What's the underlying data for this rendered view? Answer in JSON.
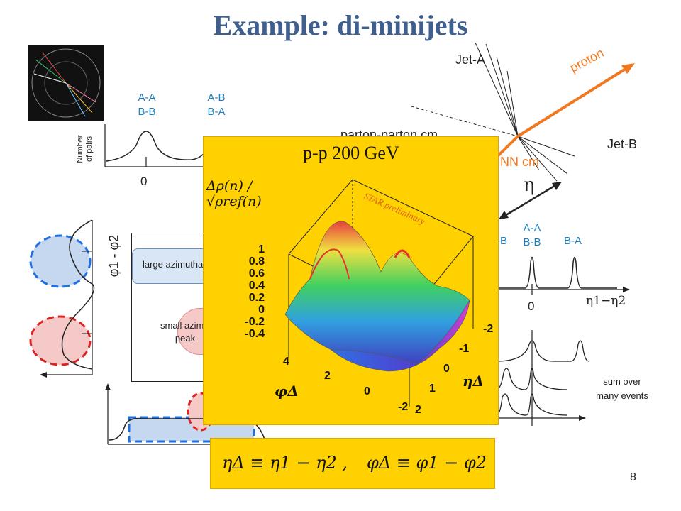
{
  "slide": {
    "title": "Example: di-minijets",
    "page_number": "8"
  },
  "top_hist": {
    "left_label_line1": "A-A",
    "left_label_line2": "B-B",
    "right_label_line1": "A-B",
    "right_label_line2": "B-A",
    "y_label_line1": "Number",
    "y_label_line2": "of pairs",
    "zero_tick": "0"
  },
  "jet_diagram": {
    "jet_a": "Jet-A",
    "jet_b": "Jet-B",
    "proton": "proton",
    "parton_cm": "parton-parton cm",
    "nn_cm": "NN cm",
    "eta_symbol": "η"
  },
  "azimuth_panel": {
    "axis_label": "φ1 - φ2",
    "large_box": "large azimuthal separation",
    "small_box_line1": "small azimuthal",
    "small_box_line2": "peak"
  },
  "eta_hist": {
    "labels": [
      "A-B",
      "A-A",
      "B-B",
      "B-A"
    ],
    "zero_tick": "0",
    "axis_label": "η1−η2"
  },
  "sum_panel": {
    "caption_line1": "sum over",
    "caption_line2": "many events"
  },
  "overlay": {
    "title": "p-p 200 GeV",
    "watermark": "STAR preliminary",
    "formula_label": "Δρ(n) / √ρref(n)",
    "z_ticks": [
      "1",
      "0.8",
      "0.6",
      "0.4",
      "0.2",
      "0",
      "-0.2",
      "-0.4"
    ],
    "phi_ticks": [
      "4",
      "2",
      "0",
      "-2"
    ],
    "eta_ticks": [
      "-2",
      "-1",
      "0",
      "1",
      "2"
    ],
    "phi_axis_label": "φΔ",
    "eta_axis_label": "ηΔ"
  },
  "definition": {
    "eta_def": "ηΔ ≡ η1 − η2 ,",
    "phi_def": "φΔ ≡ φ1 − φ2"
  },
  "colors": {
    "title": "#3f5f8f",
    "blue_label": "#1f7fc0",
    "orange": "#f07820",
    "red_dash": "#dd2222",
    "blue_dash": "#1f6fe0",
    "overlay_yellow": "#ffd100"
  }
}
